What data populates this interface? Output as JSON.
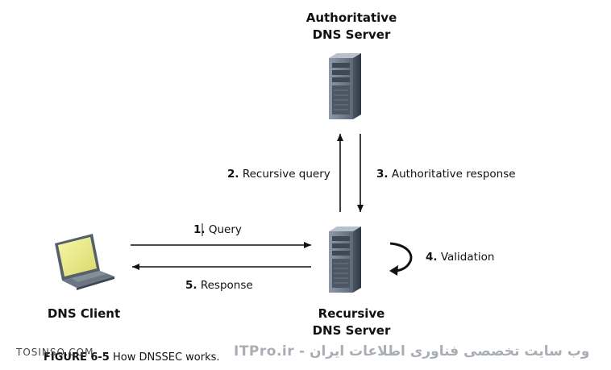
{
  "nodes": {
    "authoritative": {
      "line1": "Authoritative",
      "line2": "DNS Server"
    },
    "recursive": {
      "line1": "Recursive",
      "line2": "DNS Server"
    },
    "client": {
      "label": "DNS Client"
    }
  },
  "steps": [
    {
      "num": "1.",
      "text": "Query"
    },
    {
      "num": "2.",
      "text": "Recursive query"
    },
    {
      "num": "3.",
      "text": "Authoritative response"
    },
    {
      "num": "4.",
      "text": "Validation"
    },
    {
      "num": "5.",
      "text": "Response"
    }
  ],
  "caption": {
    "label": "FIGURE 6-5",
    "text": "How DNSSEC works."
  },
  "watermarks": {
    "left": "TOSINSO.COM",
    "right": "وب سایت تخصصی فناوری اطلاعات ایران - ITPro.ir"
  },
  "icons": {
    "server": "server-tower-icon",
    "laptop": "laptop-icon",
    "loop": "curved-arrow-icon"
  }
}
